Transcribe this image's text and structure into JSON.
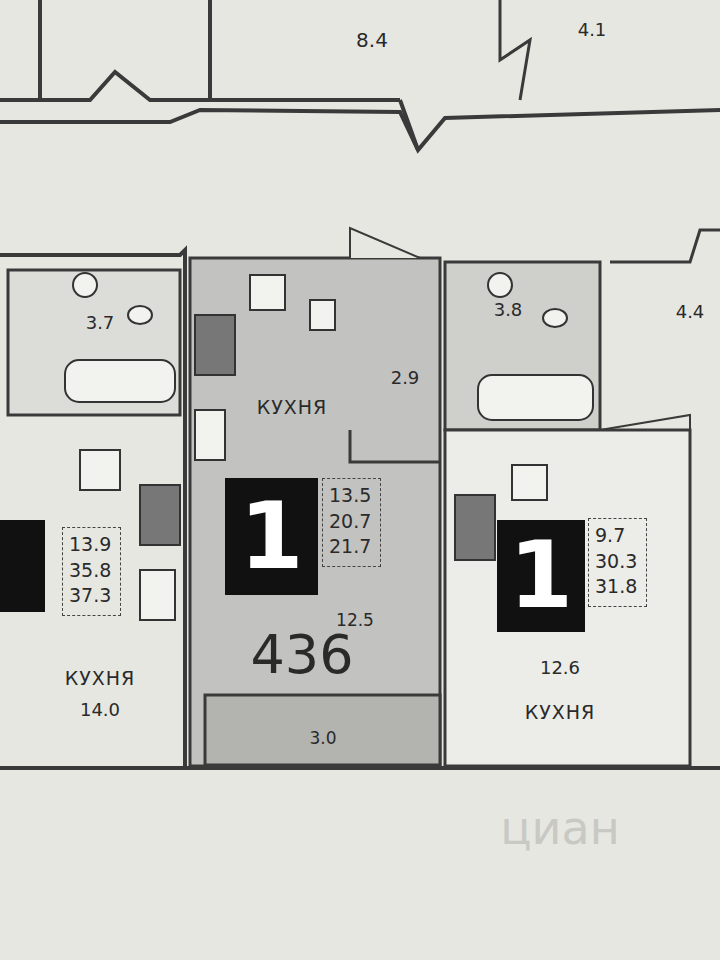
{
  "diagram": {
    "nodes": [
      {
        "text": [
          "13.9",
          "35.8",
          "37.3"
        ]
      },
      {
        "text": [
          "1"
        ]
      },
      {
        "text": [
          "13.5",
          "20.7",
          "21.7"
        ]
      },
      {
        "text": [
          "1"
        ]
      },
      {
        "text": [
          "9.7",
          "30.3",
          "31.8"
        ]
      }
    ],
    "labels": [
      "8.4",
      "4.1",
      "3.7",
      "2.9",
      "3.8",
      "4.4",
      "КУХНЯ",
      "12.5",
      "436",
      "3.0",
      "КУХНЯ",
      "14.0",
      "12.6",
      "КУХНЯ",
      "циан"
    ]
  }
}
